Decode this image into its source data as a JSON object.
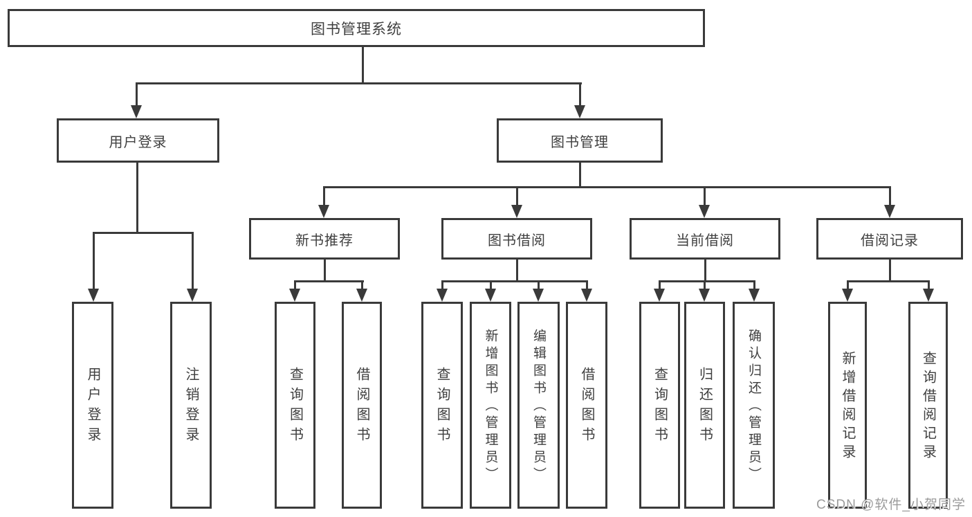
{
  "diagram": {
    "type": "hierarchy-tree",
    "colors": {
      "line": "#3a3a3a",
      "text": "#3f3f3f",
      "background": "#ffffff",
      "watermark": "#9b9b9b"
    },
    "tree": {
      "root": {
        "label": "图书管理系统",
        "children": [
          {
            "label": "用户登录",
            "children": [
              {
                "label": "用户登录"
              },
              {
                "label": "注销登录"
              }
            ]
          },
          {
            "label": "图书管理",
            "children": [
              {
                "label": "新书推荐",
                "children": [
                  {
                    "label": "查询图书"
                  },
                  {
                    "label": "借阅图书"
                  }
                ]
              },
              {
                "label": "图书借阅",
                "children": [
                  {
                    "label": "查询图书"
                  },
                  {
                    "label": "新增图书（管理员）"
                  },
                  {
                    "label": "编辑图书（管理员）"
                  },
                  {
                    "label": "借阅图书"
                  }
                ]
              },
              {
                "label": "当前借阅",
                "children": [
                  {
                    "label": "查询图书"
                  },
                  {
                    "label": "归还图书"
                  },
                  {
                    "label": "确认归还（管理员）"
                  }
                ]
              },
              {
                "label": "借阅记录",
                "children": [
                  {
                    "label": "新增借阅记录"
                  },
                  {
                    "label": "查询借阅记录"
                  }
                ]
              }
            ]
          }
        ]
      }
    },
    "watermark": {
      "text": "CSDN @软件_小贺同学"
    }
  }
}
